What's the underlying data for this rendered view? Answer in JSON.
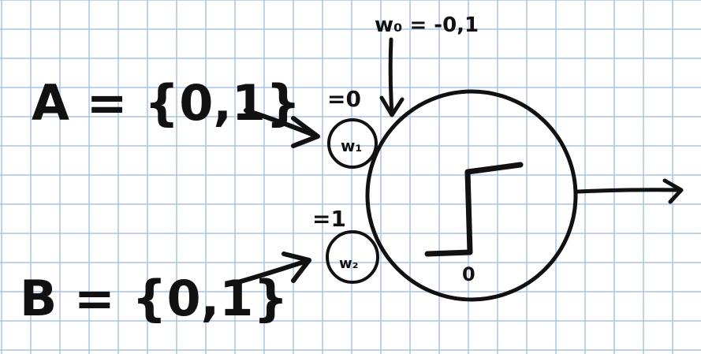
{
  "inputs": {
    "a": {
      "text": "A = {0,1}"
    },
    "b": {
      "text": "B = {0,1}"
    }
  },
  "weights": {
    "w0": {
      "label": "w₀ = -0,1"
    },
    "w1": {
      "label": "w₁",
      "value": "=0"
    },
    "w2": {
      "label": "w₂",
      "value": "=1"
    }
  },
  "neuron": {
    "threshold_label": "0"
  },
  "colors": {
    "grid": "#a9c3e3",
    "ink": "#111111",
    "paper": "#ffffff"
  }
}
